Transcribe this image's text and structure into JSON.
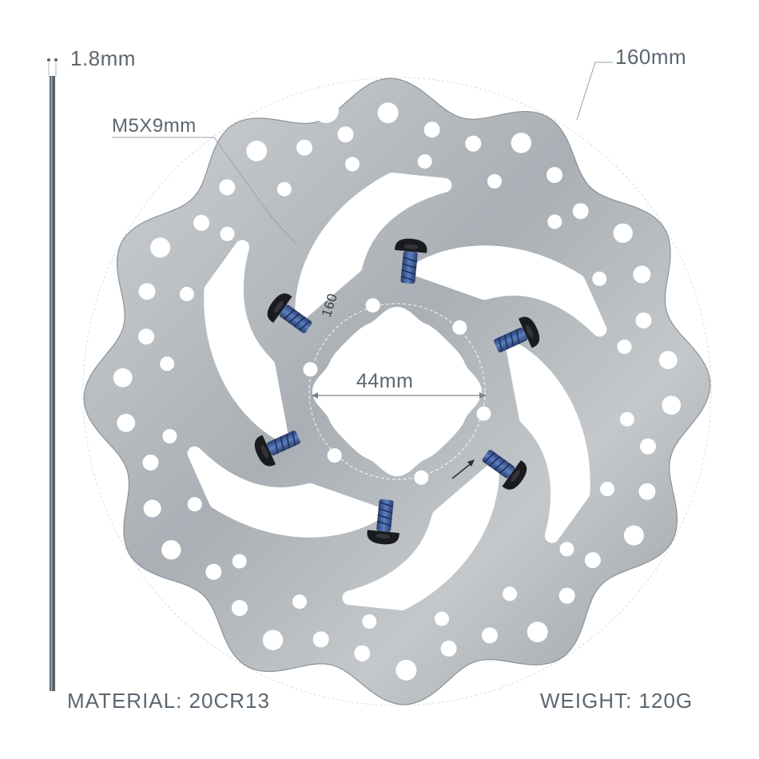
{
  "labels": {
    "thickness": "1.8mm",
    "diameter": "160mm",
    "bolt": "M5X9mm",
    "center": "44mm",
    "engraving": "160",
    "material": "MATERIAL: 20CR13",
    "weight": "WEIGHT: 120G"
  },
  "rotor": {
    "outer_holes": 38,
    "inner_holes": 20,
    "arms": 6,
    "bolts": 6,
    "color": "#b9bec2",
    "bolt_color": "#1a1b1e",
    "thread_color": "#3f5f9b"
  }
}
